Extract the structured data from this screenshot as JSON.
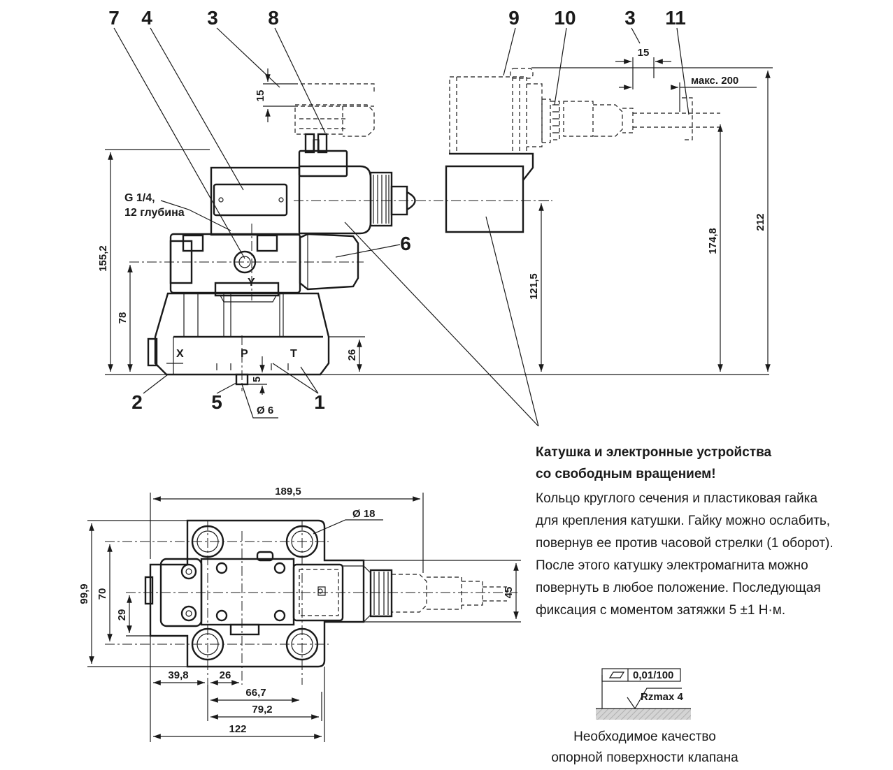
{
  "callouts": {
    "c7": "7",
    "c4": "4",
    "c3a": "3",
    "c8": "8",
    "c9": "9",
    "c10": "10",
    "c3b": "3",
    "c11": "11",
    "c6": "6",
    "c2": "2",
    "c5": "5",
    "c1": "1"
  },
  "dims": {
    "d15_top": "15",
    "d15_right": "15",
    "max200": "макс. 200",
    "d155": "155,2",
    "d78": "78",
    "d26": "26",
    "d5": "5",
    "d6": "Ø 6",
    "d121": "121,5",
    "d174": "174,8",
    "d212": "212",
    "d189": "189,5",
    "d18": "Ø 18",
    "d999": "99,9",
    "d70": "70",
    "d29": "29",
    "d45": "45",
    "d398": "39,8",
    "d26b": "26",
    "d667": "66,7",
    "d792": "79,2",
    "d122": "122"
  },
  "labels": {
    "port_line1": "G 1/4,",
    "port_line2": "12 глубина",
    "port_x": "X",
    "port_p": "P",
    "port_t": "T",
    "port_y": "Y"
  },
  "note": {
    "heading_line1": "Катушка и электронные устройства",
    "heading_line2": "со свободным вращением!",
    "body": [
      "Кольцо круглого сечения и пластиковая гайка",
      "для крепления катушки. Гайку можно ослабить,",
      "повернув ее против часовой стрелки (1 оборот).",
      "После этого катушку электромагнита можно",
      "повернуть в любое положение. Последующая",
      "фиксация с моментом затяжки 5 ±1 Н·м."
    ]
  },
  "surface": {
    "flatness": "0,01/100",
    "roughness": "Rzmax  4",
    "caption_line1": "Необходимое качество",
    "caption_line2": "опорной поверхности клапана"
  }
}
